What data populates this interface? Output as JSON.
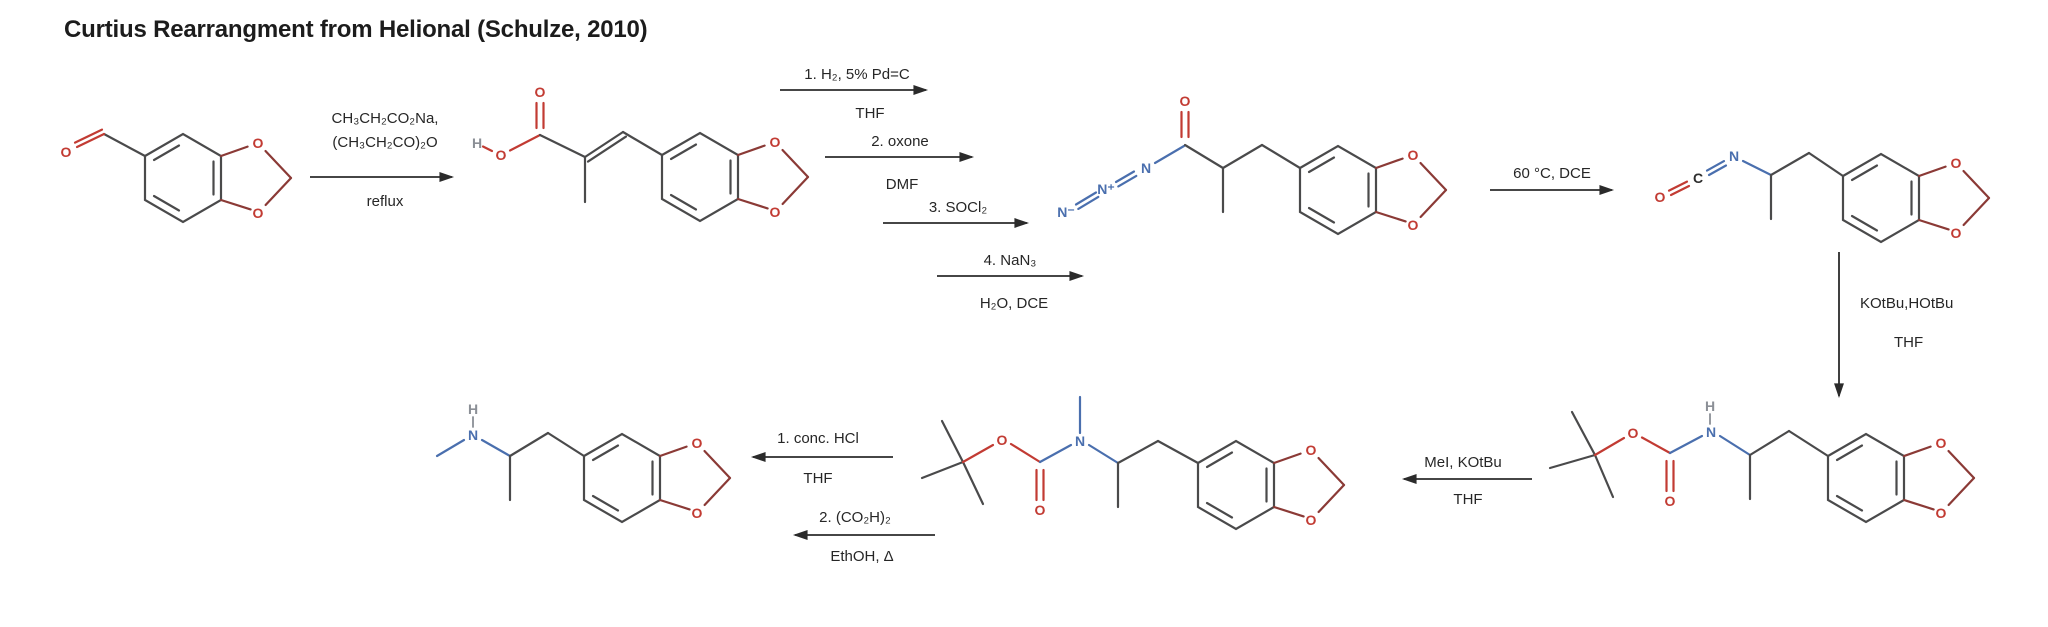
{
  "title": "Curtius Rearrangment from Helional (Schulze, 2010)",
  "atoms": {
    "O": "O",
    "N": "N",
    "H": "H",
    "C": "C",
    "N_minus": "N⁻",
    "N_plus": "N⁺"
  },
  "steps": {
    "step1": {
      "line1": "CH₃CH₂CO₂Na,",
      "line2": "(CH₃CH₂CO)₂O",
      "below": "reflux"
    },
    "step2a": {
      "above": "1. H₂, 5% Pd=C",
      "below": "THF"
    },
    "step2b": {
      "above": "2. oxone",
      "below": "DMF"
    },
    "step2c": {
      "above": "3. SOCl₂"
    },
    "step2d": {
      "above": "4. NaN₃",
      "below": "H₂O, DCE"
    },
    "step3": {
      "above": "60 °C, DCE"
    },
    "step4": {
      "line1": "KOtBu,HOtBu",
      "line2": "THF"
    },
    "step5": {
      "above": "MeI, KOtBu",
      "below": "THF"
    },
    "step6a": {
      "above": "1. conc. HCl",
      "below": "THF"
    },
    "step6b": {
      "above": "2. (CO₂H)₂",
      "below": "EthOH, Δ"
    }
  },
  "colors": {
    "background": "#ffffff",
    "bond": "#4a4a4b",
    "oxygen": "#c23b33",
    "nitrogen": "#4a6fae",
    "hydrogen": "#8b8f96",
    "dioxole_bond": "#8b3a36",
    "arrow": "#2b2b2b",
    "text": "#262626",
    "title": "#1c1c1c"
  }
}
